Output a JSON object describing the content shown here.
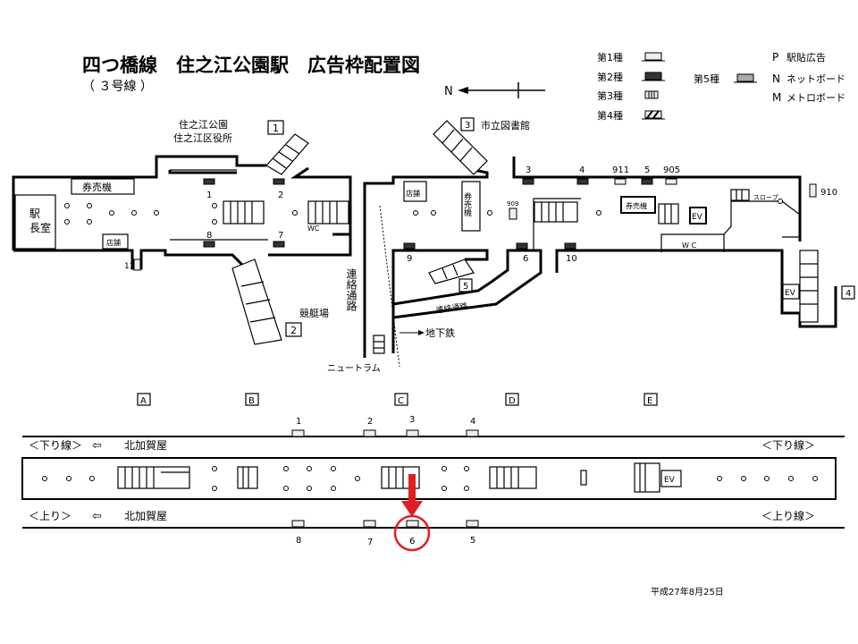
{
  "title": "四つ橋線　住之江公園駅　広告枠配置図",
  "subtitle": "（ ３号線 ）",
  "north_label": "N",
  "legend": {
    "types": [
      {
        "label": "第1種",
        "style": "white"
      },
      {
        "label": "第2種",
        "style": "dark"
      },
      {
        "label": "第3種",
        "style": "striped"
      },
      {
        "label": "第4種",
        "style": "hatched"
      },
      {
        "label": "第5種",
        "style": "gray"
      }
    ],
    "codes": [
      {
        "code": "P",
        "label": "駅貼広告"
      },
      {
        "code": "N",
        "label": "ネットボード"
      },
      {
        "code": "M",
        "label": "メトロボード"
      }
    ]
  },
  "exits": [
    {
      "num": "1",
      "label1": "住之江公園",
      "label2": "住之江区役所"
    },
    {
      "num": "2",
      "label1": "競艇場"
    },
    {
      "num": "3",
      "label1": "市立図書館"
    },
    {
      "num": "4"
    },
    {
      "num": "5"
    }
  ],
  "concourse": {
    "rooms": {
      "ticket_left": "券売機",
      "station_master": "駅長室",
      "shop_left": "店舗",
      "shop_right": "店舗",
      "ticket_mid": "券売機",
      "ticket_right": "券売機",
      "wc_left": "WC",
      "wc_right": "W C",
      "ev": "EV",
      "slope": "スロープ"
    },
    "passage_vertical": "連絡通路",
    "passage_slant": "連絡通路",
    "subway": "地下鉄",
    "newtram": "ニュートラム",
    "ad_numbers": [
      "1",
      "2",
      "7",
      "8",
      "3",
      "4",
      "911",
      "5",
      "905",
      "910",
      "909",
      "9",
      "6",
      "10",
      "11"
    ]
  },
  "sections": [
    "A",
    "B",
    "C",
    "D",
    "E"
  ],
  "platform": {
    "down_label": "＜下り線＞",
    "down_label_right": "＜下り線＞",
    "up_label": "＜上り＞",
    "up_label_right": "＜上り線＞",
    "direction": "北加賀屋",
    "direction2": "北加賀屋",
    "top_ads": [
      "1",
      "2",
      "3",
      "4"
    ],
    "bottom_ads": [
      "8",
      "7",
      "6",
      "5"
    ],
    "highlighted": "6",
    "highlight_color": "#e02020"
  },
  "date": "平成27年8月25日"
}
